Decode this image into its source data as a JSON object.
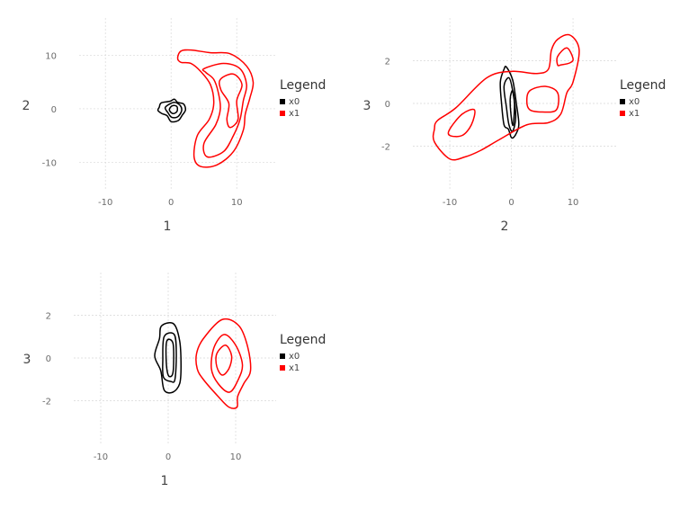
{
  "chart_data": [
    {
      "type": "contour",
      "xlabel": "1",
      "ylabel": "2",
      "xlim": [
        -14,
        16
      ],
      "ylim": [
        -15,
        17
      ],
      "xticks": [
        -10,
        0,
        10
      ],
      "yticks": [
        -10,
        0,
        10
      ],
      "grid": true,
      "legend": {
        "title": "Legend",
        "position": "right",
        "entries": [
          "x0",
          "x1"
        ]
      },
      "series": [
        {
          "name": "x0",
          "color": "#000000",
          "contours": [
            [
              [
                -1.8,
                0.3
              ],
              [
                -1.5,
                1.1
              ],
              [
                -0.2,
                1.4
              ],
              [
                0.5,
                1.8
              ],
              [
                1.0,
                1.2
              ],
              [
                1.9,
                0.9
              ],
              [
                2.2,
                -0.2
              ],
              [
                1.7,
                -1.2
              ],
              [
                1.1,
                -2.2
              ],
              [
                0.0,
                -2.4
              ],
              [
                -0.6,
                -1.3
              ],
              [
                -1.4,
                -0.9
              ],
              [
                -2.0,
                -0.3
              ]
            ],
            [
              [
                -0.9,
                0.2
              ],
              [
                -0.2,
                0.9
              ],
              [
                0.6,
                1.2
              ],
              [
                1.4,
                0.6
              ],
              [
                1.6,
                -0.4
              ],
              [
                1.0,
                -1.5
              ],
              [
                0.1,
                -1.6
              ],
              [
                -0.5,
                -0.7
              ]
            ],
            [
              [
                -0.2,
                0.1
              ],
              [
                0.3,
                0.6
              ],
              [
                0.9,
                0.4
              ],
              [
                0.9,
                -0.5
              ],
              [
                0.3,
                -0.9
              ],
              [
                -0.2,
                -0.4
              ]
            ]
          ]
        },
        {
          "name": "x1",
          "color": "#ff0000",
          "contours": [
            [
              [
                1.0,
                9.5
              ],
              [
                1.5,
                10.8
              ],
              [
                3.0,
                11.0
              ],
              [
                6.0,
                10.5
              ],
              [
                9.0,
                10.3
              ],
              [
                11.5,
                8.0
              ],
              [
                12.5,
                5.0
              ],
              [
                12.0,
                2.0
              ],
              [
                11.3,
                -1.0
              ],
              [
                11.0,
                -4.0
              ],
              [
                9.5,
                -8.0
              ],
              [
                7.0,
                -10.5
              ],
              [
                4.5,
                -10.8
              ],
              [
                3.5,
                -9.0
              ],
              [
                4.0,
                -5.0
              ],
              [
                5.8,
                -2.0
              ],
              [
                6.5,
                1.0
              ],
              [
                6.0,
                4.5
              ],
              [
                4.5,
                7.0
              ],
              [
                3.0,
                8.5
              ],
              [
                1.5,
                8.7
              ]
            ],
            [
              [
                5.0,
                7.5
              ],
              [
                8.0,
                8.5
              ],
              [
                10.5,
                7.5
              ],
              [
                11.5,
                4.5
              ],
              [
                11.0,
                1.5
              ],
              [
                10.5,
                -2.0
              ],
              [
                9.5,
                -5.0
              ],
              [
                8.0,
                -8.0
              ],
              [
                5.5,
                -9.0
              ],
              [
                5.0,
                -6.5
              ],
              [
                6.8,
                -3.0
              ],
              [
                7.5,
                0.0
              ],
              [
                7.2,
                3.0
              ],
              [
                6.5,
                5.5
              ],
              [
                5.3,
                6.8
              ]
            ],
            [
              [
                7.5,
                5.5
              ],
              [
                9.5,
                6.5
              ],
              [
                10.8,
                4.5
              ],
              [
                10.0,
                1.5
              ],
              [
                10.2,
                -2.0
              ],
              [
                9.0,
                -3.5
              ],
              [
                8.5,
                -2.0
              ],
              [
                8.8,
                1.0
              ],
              [
                7.6,
                3.5
              ]
            ]
          ]
        }
      ]
    },
    {
      "type": "contour",
      "xlabel": "2",
      "ylabel": "3",
      "xlim": [
        -16,
        17
      ],
      "ylim": [
        -4,
        4
      ],
      "xticks": [
        -10,
        0,
        10
      ],
      "yticks": [
        -2,
        0,
        2
      ],
      "grid": true,
      "legend": {
        "title": "Legend",
        "position": "right",
        "entries": [
          "x0",
          "x1"
        ]
      },
      "series": [
        {
          "name": "x0",
          "color": "#000000",
          "contours": [
            [
              [
                -1.8,
                1.0
              ],
              [
                -1.2,
                1.6
              ],
              [
                -0.8,
                1.7
              ],
              [
                0.2,
                1.1
              ],
              [
                0.8,
                0.0
              ],
              [
                1.2,
                -1.0
              ],
              [
                0.6,
                -1.5
              ],
              [
                0.0,
                -1.6
              ],
              [
                -0.5,
                -1.2
              ],
              [
                -1.2,
                -1.0
              ],
              [
                -1.6,
                0.0
              ]
            ],
            [
              [
                -1.2,
                0.8
              ],
              [
                -0.4,
                1.2
              ],
              [
                0.2,
                0.6
              ],
              [
                0.7,
                -0.6
              ],
              [
                0.2,
                -1.3
              ],
              [
                -0.4,
                -1.0
              ],
              [
                -0.8,
                -0.2
              ]
            ],
            [
              [
                -0.2,
                0.2
              ],
              [
                0.2,
                0.6
              ],
              [
                0.5,
                0.0
              ],
              [
                0.3,
                -1.0
              ],
              [
                0.0,
                -0.7
              ]
            ]
          ]
        },
        {
          "name": "x1",
          "color": "#ff0000",
          "contours": [
            [
              [
                -12.0,
                -0.8
              ],
              [
                -9.0,
                -0.2
              ],
              [
                -4.0,
                1.2
              ],
              [
                0.0,
                1.5
              ],
              [
                4.0,
                1.4
              ],
              [
                6.0,
                1.6
              ],
              [
                6.5,
                2.5
              ],
              [
                7.5,
                3.0
              ],
              [
                9.5,
                3.2
              ],
              [
                11.0,
                2.5
              ],
              [
                10.0,
                1.0
              ],
              [
                9.0,
                0.5
              ],
              [
                8.0,
                -0.5
              ],
              [
                6.0,
                -0.9
              ],
              [
                2.5,
                -1.0
              ],
              [
                -2.0,
                -1.7
              ],
              [
                -5.0,
                -2.2
              ],
              [
                -7.5,
                -2.5
              ],
              [
                -10.0,
                -2.6
              ],
              [
                -12.5,
                -1.8
              ],
              [
                -12.5,
                -1.2
              ]
            ],
            [
              [
                -10.0,
                -1.2
              ],
              [
                -8.0,
                -0.5
              ],
              [
                -6.0,
                -0.3
              ],
              [
                -6.5,
                -1.0
              ],
              [
                -8.0,
                -1.5
              ],
              [
                -10.0,
                -1.5
              ]
            ],
            [
              [
                3.0,
                0.6
              ],
              [
                5.5,
                0.8
              ],
              [
                7.5,
                0.5
              ],
              [
                7.3,
                -0.3
              ],
              [
                5.0,
                -0.4
              ],
              [
                3.0,
                -0.3
              ],
              [
                2.5,
                0.1
              ]
            ],
            [
              [
                7.5,
                2.2
              ],
              [
                9.0,
                2.6
              ],
              [
                10.0,
                2.1
              ],
              [
                9.5,
                1.9
              ],
              [
                8.0,
                1.8
              ],
              [
                7.5,
                1.8
              ]
            ]
          ]
        }
      ]
    },
    {
      "type": "contour",
      "xlabel": "1",
      "ylabel": "3",
      "xlim": [
        -14,
        16
      ],
      "ylim": [
        -4,
        4
      ],
      "xticks": [
        -10,
        0,
        10
      ],
      "yticks": [
        -2,
        0,
        2
      ],
      "grid": true,
      "legend": {
        "title": "Legend",
        "position": "right",
        "entries": [
          "x0",
          "x1"
        ]
      },
      "series": [
        {
          "name": "x0",
          "color": "#000000",
          "contours": [
            [
              [
                -1.0,
                1.5
              ],
              [
                0.8,
                1.6
              ],
              [
                1.7,
                0.8
              ],
              [
                1.9,
                -0.4
              ],
              [
                1.7,
                -1.2
              ],
              [
                0.7,
                -1.6
              ],
              [
                -0.6,
                -1.5
              ],
              [
                -1.1,
                -0.6
              ],
              [
                -2.0,
                0.1
              ],
              [
                -1.3,
                0.9
              ]
            ],
            [
              [
                -0.6,
                1.0
              ],
              [
                0.9,
                1.1
              ],
              [
                1.2,
                0.2
              ],
              [
                1.0,
                -1.0
              ],
              [
                0.4,
                -1.1
              ],
              [
                -0.7,
                -0.9
              ],
              [
                -0.8,
                -0.1
              ]
            ],
            [
              [
                -0.2,
                0.8
              ],
              [
                0.7,
                0.7
              ],
              [
                0.8,
                -0.3
              ],
              [
                0.6,
                -0.8
              ],
              [
                0.0,
                -0.8
              ],
              [
                -0.3,
                -0.1
              ]
            ]
          ]
        },
        {
          "name": "x1",
          "color": "#ff0000",
          "contours": [
            [
              [
                5.2,
                0.9
              ],
              [
                8.0,
                1.8
              ],
              [
                10.5,
                1.5
              ],
              [
                11.8,
                0.5
              ],
              [
                12.2,
                -0.6
              ],
              [
                11.2,
                -1.2
              ],
              [
                10.3,
                -1.8
              ],
              [
                10.2,
                -2.3
              ],
              [
                9.0,
                -2.3
              ],
              [
                7.4,
                -1.8
              ],
              [
                5.2,
                -1.0
              ],
              [
                4.3,
                -0.5
              ],
              [
                4.2,
                0.2
              ]
            ],
            [
              [
                6.8,
                0.5
              ],
              [
                8.3,
                1.1
              ],
              [
                10.0,
                0.6
              ],
              [
                11.0,
                -0.3
              ],
              [
                10.4,
                -1.0
              ],
              [
                9.1,
                -1.6
              ],
              [
                7.4,
                -1.2
              ],
              [
                6.4,
                -0.5
              ]
            ],
            [
              [
                7.2,
                0.2
              ],
              [
                8.5,
                0.6
              ],
              [
                9.4,
                0.1
              ],
              [
                9.0,
                -0.5
              ],
              [
                8.0,
                -0.8
              ],
              [
                7.2,
                -0.4
              ]
            ]
          ]
        }
      ]
    }
  ]
}
